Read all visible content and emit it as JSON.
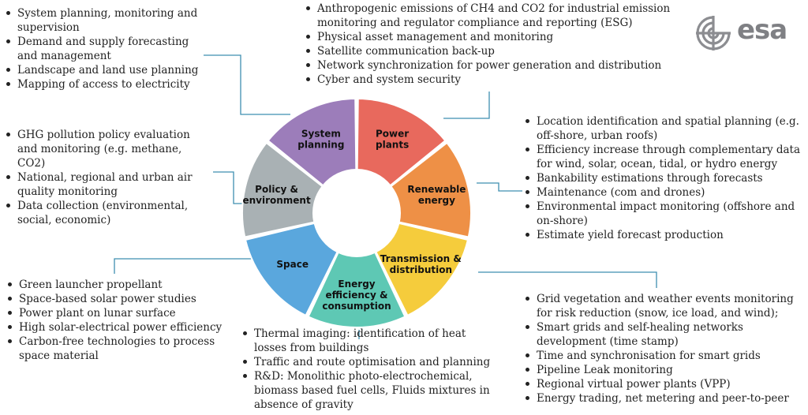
{
  "segments": [
    {
      "label_lines": [
        "Power",
        "plants"
      ],
      "color": "#e8695d"
    },
    {
      "label_lines": [
        "Renewable",
        "energy"
      ],
      "color": "#ee9046"
    },
    {
      "label_lines": [
        "Transmission &",
        "distribution"
      ],
      "color": "#f5cc3c"
    },
    {
      "label_lines": [
        "Energy",
        "efficiency &",
        "consumption"
      ],
      "color": "#5ec8b4"
    },
    {
      "label_lines": [
        "Space"
      ],
      "color": "#5aa7dd"
    },
    {
      "label_lines": [
        "Policy &",
        "environment"
      ],
      "color": "#a9b1b4"
    },
    {
      "label_lines": [
        "System",
        "planning"
      ],
      "color": "#9c7dba"
    }
  ],
  "system_planning": {
    "items": [
      "System planning, monitoring and supervision",
      "Demand and supply forecasting and management",
      "Landscape and land use planning",
      "Mapping of access to electricity"
    ]
  },
  "power_plants": {
    "items": [
      "Anthropogenic emissions of CH4 and CO2 for industrial emission monitoring and regulator compliance and reporting (ESG)",
      "Physical asset management and monitoring",
      "Satellite communication back-up",
      "Network synchronization for power generation and distribution",
      "Cyber and system security"
    ]
  },
  "policy_environment": {
    "items": [
      "GHG pollution policy evaluation and monitoring (e.g. methane, CO2)",
      "National, regional and urban air quality monitoring",
      "Data collection (environmental, social, economic)"
    ]
  },
  "renewable_energy": {
    "items": [
      "Location identification and spatial planning (e.g. off-shore, urban roofs)",
      "Efficiency increase through complementary data for wind, solar, ocean, tidal, or hydro energy",
      "Bankability estimations through forecasts",
      "Maintenance (com and drones)",
      "Environmental impact monitoring (offshore and on-shore)",
      "Estimate yield forecast production"
    ]
  },
  "space": {
    "items": [
      "Green launcher propellant",
      "Space-based solar power studies",
      "Power plant on lunar surface",
      "High solar-electrical power efficiency",
      "Carbon-free technologies to process space material"
    ]
  },
  "energy_efficiency": {
    "items": [
      "Thermal imaging: identification of heat losses from buildings",
      "Traffic and route optimisation and planning",
      "R&D: Monolithic photo-electrochemical, biomass based fuel cells, Fluids mixtures in absence of gravity"
    ]
  },
  "transmission": {
    "items": [
      "Grid vegetation and weather events monitoring for risk reduction (snow, ice load, and wind);",
      "Smart grids and self-healing networks development (time stamp)",
      "Time and synchronisation for smart grids",
      "Pipeline Leak monitoring",
      "Regional virtual power plants (VPP)",
      "Energy trading, net metering and peer-to-peer"
    ]
  },
  "logo": {
    "text": "esa"
  },
  "colors": {
    "connector": "#3f8fb0"
  }
}
